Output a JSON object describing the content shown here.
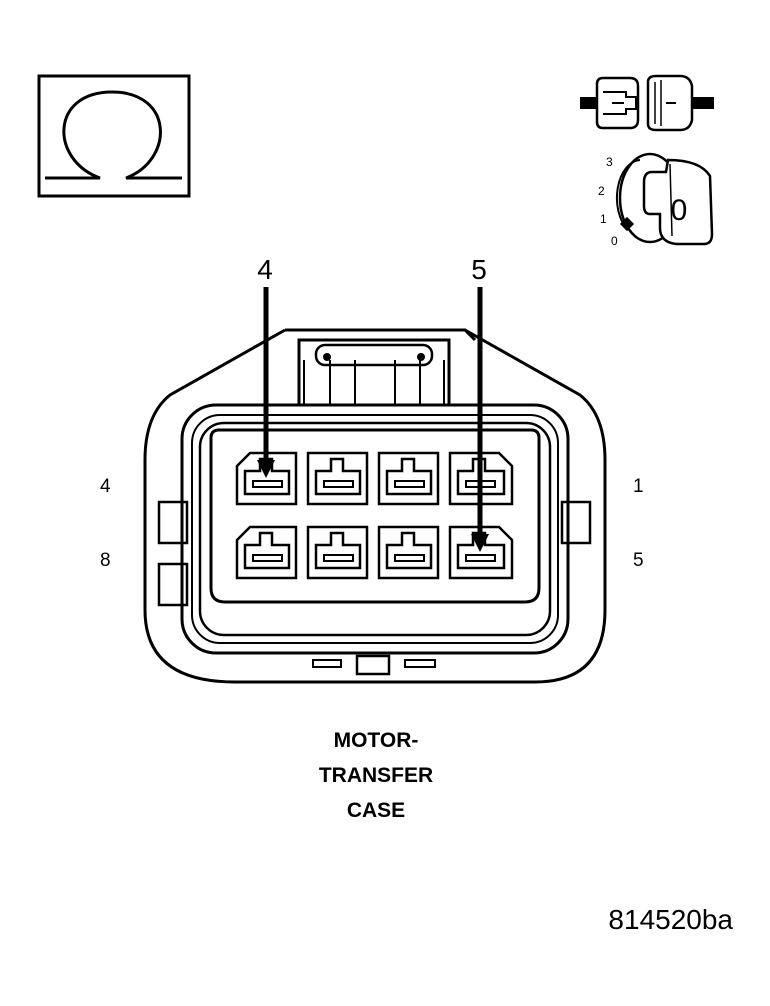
{
  "ohm_icon": {
    "icon": "ohm-meter-symbol-icon",
    "glyph": "Ω"
  },
  "connector_icon": {
    "icon": "disconnected-connector-icon"
  },
  "ignition_icon": {
    "icon": "ignition-key-off-icon",
    "positions": [
      "3",
      "2",
      "1",
      "0"
    ],
    "key_text": "0"
  },
  "connector": {
    "cavity_labels": {
      "top_left": "4",
      "top_right": "1",
      "bottom_left": "8",
      "bottom_right": "5"
    },
    "probe_arrows": [
      {
        "label": "4"
      },
      {
        "label": "5"
      }
    ]
  },
  "caption": {
    "line1": "MOTOR-",
    "line2": "TRANSFER",
    "line3": "CASE"
  },
  "figure_code": "814520ba"
}
